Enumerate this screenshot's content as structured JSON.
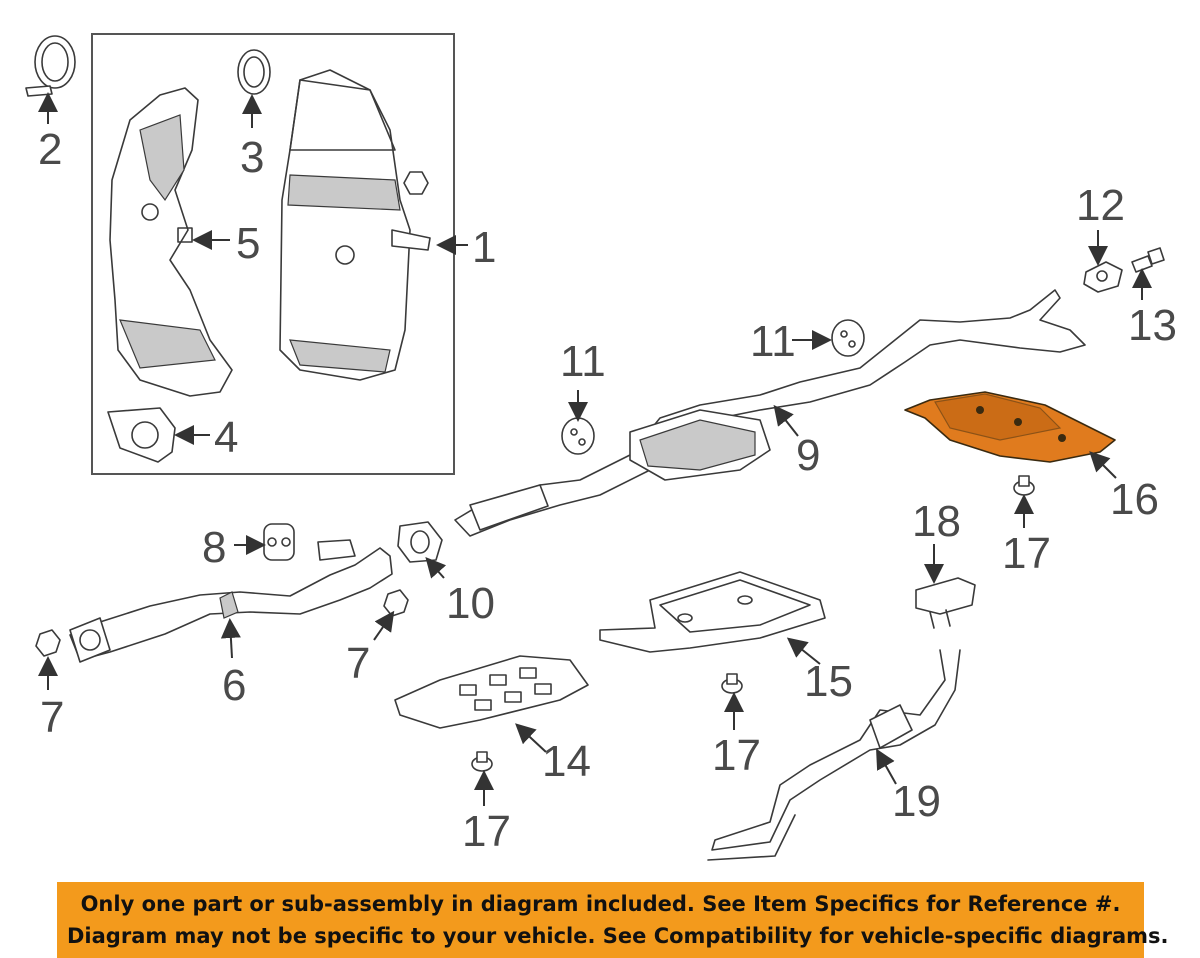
{
  "callouts": {
    "c1": "1",
    "c2": "2",
    "c3": "3",
    "c4": "4",
    "c5": "5",
    "c6": "6",
    "c7a": "7",
    "c7b": "7",
    "c8": "8",
    "c9": "9",
    "c10": "10",
    "c11a": "11",
    "c11b": "11",
    "c12": "12",
    "c13": "13",
    "c14": "14",
    "c15": "15",
    "c16": "16",
    "c17a": "17",
    "c17b": "17",
    "c17c": "17",
    "c18": "18",
    "c19": "19"
  },
  "highlighted_part": "16",
  "colors": {
    "highlight": "#e07b1e",
    "banner": "#f39a1c"
  },
  "banner": {
    "line1": "Only one part or sub-assembly in diagram included. See Item Specifics for Reference #.",
    "line2": "Diagram may not be specific to your vehicle. See Compatibility for vehicle-specific diagrams."
  }
}
